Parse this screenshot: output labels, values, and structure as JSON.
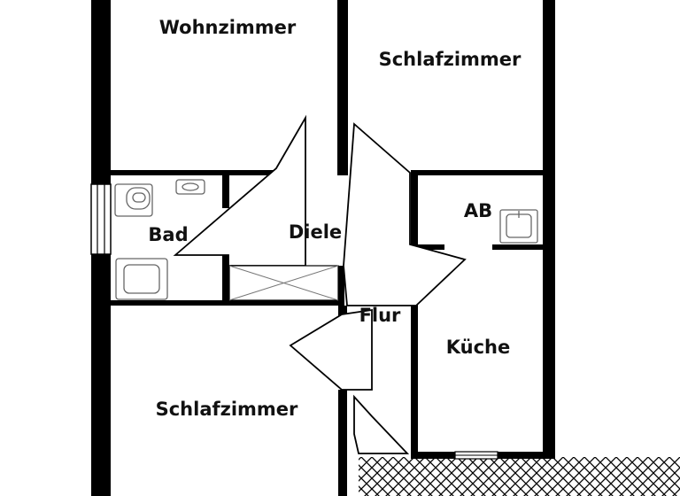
{
  "floorplan": {
    "rooms": {
      "living_room": "Wohnzimmer",
      "bedroom_top": "Schlafzimmer",
      "bath": "Bad",
      "hall": "Diele",
      "storage": "AB",
      "corridor": "Flur",
      "kitchen": "Küche",
      "bedroom_bottom": "Schlafzimmer"
    },
    "colors": {
      "wall": "#000000",
      "background": "#ffffff",
      "fixture": "#666666"
    }
  }
}
